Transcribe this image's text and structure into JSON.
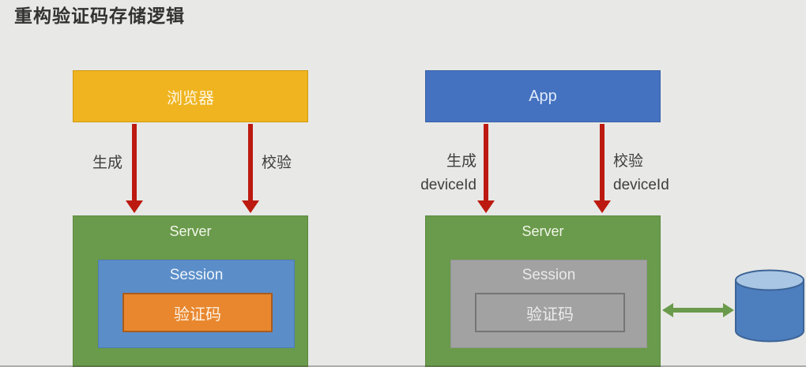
{
  "page": {
    "title": "重构验证码存储逻辑",
    "background": "#e8e8e6"
  },
  "left_flow": {
    "client_label": "浏览器",
    "generate_label": "生成",
    "verify_label": "校验",
    "server_label": "Server",
    "session_label": "Session",
    "captcha_label": "验证码"
  },
  "right_flow": {
    "client_label": "App",
    "generate_label": "生成",
    "generate_sublabel": "deviceId",
    "verify_label": "校验",
    "verify_sublabel": "deviceId",
    "server_label": "Server",
    "session_label": "Session",
    "captcha_label": "验证码",
    "database_icon": "database-cylinder"
  },
  "colors": {
    "browser_box": "#efb41f",
    "app_box": "#4472c0",
    "server_box": "#6a9a4b",
    "session_active": "#5b8ec9",
    "captcha_active": "#e8872e",
    "session_inactive": "#a2a2a2",
    "red_arrow": "#bc1a10",
    "db_link_arrow": "#6a9a4b",
    "database_body": "#4d7ebe",
    "database_top": "#a9c6e5"
  }
}
